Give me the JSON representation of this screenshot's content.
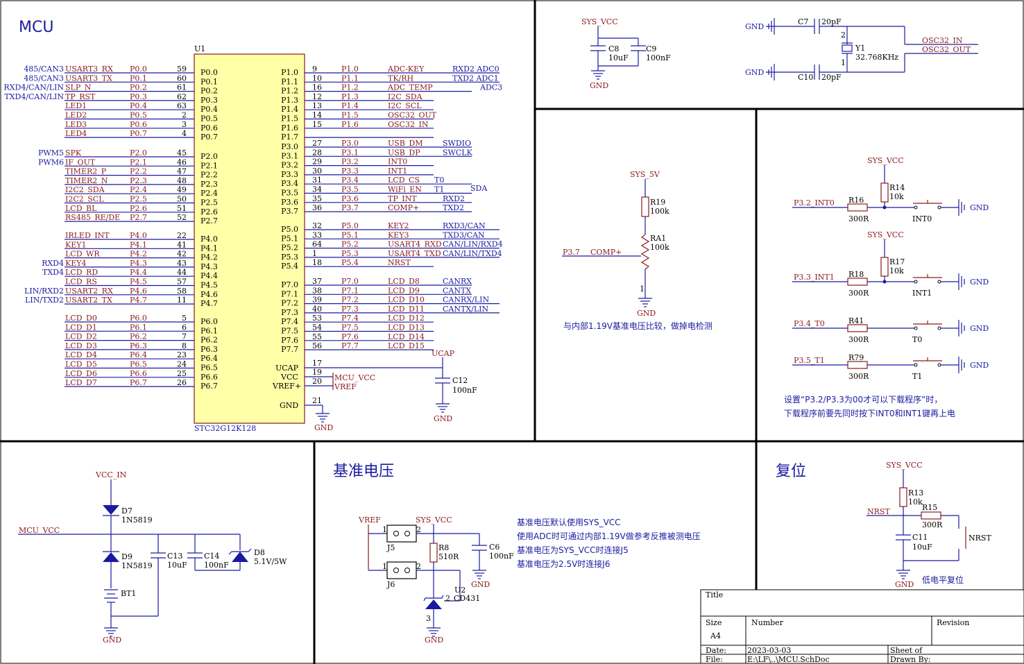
{
  "mcu": {
    "section_title": "MCU",
    "ref": "U1",
    "part": "STC32G12K128",
    "left_pins": [
      {
        "ext": "485/CAN3",
        "net": "USART3_RX",
        "port": "P0.0",
        "num": "59",
        "name": "P0.0"
      },
      {
        "ext": "485/CAN3",
        "net": "USART3_TX",
        "port": "P0.1",
        "num": "60",
        "name": "P0.1"
      },
      {
        "ext": "RXD4/CAN/LIN",
        "net": "SLP_N",
        "port": "P0.2",
        "num": "61",
        "name": "P0.2"
      },
      {
        "ext": "TXD4/CAN/LIN",
        "net": "TP_RST",
        "port": "P0.3",
        "num": "62",
        "name": "P0.3"
      },
      {
        "ext": "",
        "net": "LED1",
        "port": "P0.4",
        "num": "63",
        "name": "P0.4"
      },
      {
        "ext": "",
        "net": "LED2",
        "port": "P0.5",
        "num": "2",
        "name": "P0.5"
      },
      {
        "ext": "",
        "net": "LED3",
        "port": "P0.6",
        "num": "3",
        "name": "P0.6"
      },
      {
        "ext": "",
        "net": "LED4",
        "port": "P0.7",
        "num": "4",
        "name": "P0.7"
      },
      {
        "ext": "PWM5",
        "net": "SPK",
        "port": "P2.0",
        "num": "45",
        "name": "P2.0"
      },
      {
        "ext": "PWM6",
        "net": "IF_OUT",
        "port": "P2.1",
        "num": "46",
        "name": "P2.1"
      },
      {
        "ext": "",
        "net": "TIMER2_P",
        "port": "P2.2",
        "num": "47",
        "name": "P2.2"
      },
      {
        "ext": "",
        "net": "TIMER2_N",
        "port": "P2.3",
        "num": "48",
        "name": "P2.3"
      },
      {
        "ext": "",
        "net": "I2C2_SDA",
        "port": "P2.4",
        "num": "49",
        "name": "P2.4"
      },
      {
        "ext": "",
        "net": "I2C2_SCL",
        "port": "P2.5",
        "num": "50",
        "name": "P2.5"
      },
      {
        "ext": "",
        "net": "LCD_BL",
        "port": "P2.6",
        "num": "51",
        "name": "P2.6"
      },
      {
        "ext": "",
        "net": "RS485_RE/DE",
        "port": "P2.7",
        "num": "52",
        "name": "P2.7"
      },
      {
        "ext": "",
        "net": "IRLED_INT",
        "port": "P4.0",
        "num": "22",
        "name": "P4.0"
      },
      {
        "ext": "",
        "net": "KEY1",
        "port": "P4.1",
        "num": "41",
        "name": "P4.1"
      },
      {
        "ext": "",
        "net": "LCD_WR",
        "port": "P4.2",
        "num": "42",
        "name": "P4.2"
      },
      {
        "ext": "RXD4",
        "net": "KEY4",
        "port": "P4.3",
        "num": "43",
        "name": "P4.3"
      },
      {
        "ext": "TXD4",
        "net": "LCD_RD",
        "port": "P4.4",
        "num": "44",
        "name": "P4.4"
      },
      {
        "ext": "",
        "net": "LCD_RS",
        "port": "P4.5",
        "num": "57",
        "name": "P4.5"
      },
      {
        "ext": "LIN/RXD2",
        "net": "USART2_RX",
        "port": "P4.6",
        "num": "58",
        "name": "P4.6"
      },
      {
        "ext": "LIN/TXD2",
        "net": "USART2_TX",
        "port": "P4.7",
        "num": "11",
        "name": "P4.7"
      },
      {
        "ext": "",
        "net": "LCD_D0",
        "port": "P6.0",
        "num": "5",
        "name": "P6.0"
      },
      {
        "ext": "",
        "net": "LCD_D1",
        "port": "P6.1",
        "num": "6",
        "name": "P6.1"
      },
      {
        "ext": "",
        "net": "LCD_D2",
        "port": "P6.2",
        "num": "7",
        "name": "P6.2"
      },
      {
        "ext": "",
        "net": "LCD_D3",
        "port": "P6.3",
        "num": "8",
        "name": "P6.3"
      },
      {
        "ext": "",
        "net": "LCD_D4",
        "port": "P6.4",
        "num": "23",
        "name": "P6.4"
      },
      {
        "ext": "",
        "net": "LCD_D5",
        "port": "P6.5",
        "num": "24",
        "name": "P6.5"
      },
      {
        "ext": "",
        "net": "LCD_D6",
        "port": "P6.6",
        "num": "25",
        "name": "P6.6"
      },
      {
        "ext": "",
        "net": "LCD_D7",
        "port": "P6.7",
        "num": "26",
        "name": "P6.7"
      }
    ],
    "right_pins": [
      {
        "name": "P1.0",
        "num": "9",
        "port": "P1.0",
        "net": "ADC-KEY",
        "ext": "RXD2 ADC0"
      },
      {
        "name": "P1.1",
        "num": "10",
        "port": "P1.1",
        "net": "TK/RH",
        "ext": "TXD2 ADC1"
      },
      {
        "name": "P1.2",
        "num": "16",
        "port": "P1.2",
        "net": "ADC_TEMP",
        "ext": "ADC3"
      },
      {
        "name": "P1.3",
        "num": "12",
        "port": "P1.3",
        "net": "I2C_SDA",
        "ext": ""
      },
      {
        "name": "P1.4",
        "num": "13",
        "port": "P1.4",
        "net": "I2C_SCL",
        "ext": ""
      },
      {
        "name": "P1.5",
        "num": "14",
        "port": "P1.5",
        "net": "OSC32_OUT",
        "ext": ""
      },
      {
        "name": "P1.6",
        "num": "15",
        "port": "P1.6",
        "net": "OSC32_IN",
        "ext": ""
      },
      {
        "name": "P1.7",
        "num": "",
        "port": "",
        "net": "",
        "ext": ""
      },
      {
        "name": "P3.0",
        "num": "27",
        "port": "P3.0",
        "net": "USB_DM",
        "ext": "SWDIO"
      },
      {
        "name": "P3.1",
        "num": "28",
        "port": "P3.1",
        "net": "USB_DP",
        "ext": "SWCLK"
      },
      {
        "name": "P3.2",
        "num": "29",
        "port": "P3.2",
        "net": "INT0",
        "ext": ""
      },
      {
        "name": "P3.3",
        "num": "30",
        "port": "P3.3",
        "net": "INT1",
        "ext": ""
      },
      {
        "name": "P3.4",
        "num": "31",
        "port": "P3.4",
        "net": "LCD_CS",
        "ext": "T0"
      },
      {
        "name": "P3.5",
        "num": "34",
        "port": "P3.5",
        "net": "WiFi_EN",
        "ext": "T1"
      },
      {
        "name": "P3.6",
        "num": "35",
        "port": "P3.6",
        "net": "TP_INT",
        "ext": "RXD2"
      },
      {
        "name": "P3.7",
        "num": "36",
        "port": "P3.7",
        "net": "COMP+",
        "ext": "TXD2"
      },
      {
        "name": "P5.0",
        "num": "32",
        "port": "P5.0",
        "net": "KEY2",
        "ext": "RXD3/CAN"
      },
      {
        "name": "P5.1",
        "num": "33",
        "port": "P5.1",
        "net": "KEY3",
        "ext": "TXD3/CAN"
      },
      {
        "name": "P5.2",
        "num": "64",
        "port": "P5.2",
        "net": "USART4_RXD",
        "ext": "CAN/LIN/RXD4"
      },
      {
        "name": "P5.3",
        "num": "1",
        "port": "P5.3",
        "net": "USART4_TXD",
        "ext": "CAN/LIN/TXD4"
      },
      {
        "name": "P5.4",
        "num": "18",
        "port": "P5.4",
        "net": "NRST",
        "ext": ""
      },
      {
        "name": "P7.0",
        "num": "37",
        "port": "P7.0",
        "net": "LCD_D8",
        "ext": "CANRX"
      },
      {
        "name": "P7.1",
        "num": "38",
        "port": "P7.1",
        "net": "LCD_D9",
        "ext": "CANTX"
      },
      {
        "name": "P7.2",
        "num": "39",
        "port": "P7.2",
        "net": "LCD_D10",
        "ext": "CANRX/LIN"
      },
      {
        "name": "P7.3",
        "num": "40",
        "port": "P7.3",
        "net": "LCD_D11",
        "ext": "CANTX/LIN"
      },
      {
        "name": "P7.4",
        "num": "53",
        "port": "P7.4",
        "net": "LCD_D12",
        "ext": ""
      },
      {
        "name": "P7.5",
        "num": "54",
        "port": "P7.5",
        "net": "LCD_D13",
        "ext": ""
      },
      {
        "name": "P7.6",
        "num": "55",
        "port": "P7.6",
        "net": "LCD_D14",
        "ext": ""
      },
      {
        "name": "P7.7",
        "num": "56",
        "port": "P7.7",
        "net": "LCD_D15",
        "ext": ""
      }
    ],
    "extra_sda": "SDA",
    "ucap": {
      "name": "UCAP",
      "num": "17",
      "net": "UCAP",
      "cap": "C12",
      "cap_val": "100nF",
      "gnd": "GND"
    },
    "vcc": {
      "name": "VCC",
      "num": "19",
      "net": "MCU_VCC"
    },
    "vref": {
      "name": "VREF+",
      "num": "20",
      "net": "VREF"
    },
    "gnd": {
      "name": "GND",
      "num": "21",
      "net": "GND"
    }
  },
  "decoupling": {
    "vcc": "SYS_VCC",
    "c8": "C8",
    "c8_val": "10uF",
    "c9": "C9",
    "c9_val": "100nF",
    "gnd": "GND"
  },
  "crystal": {
    "gnd1": "GND",
    "gnd2": "GND",
    "c7": "C7",
    "c7_val": "20pF",
    "c10": "C10",
    "c10_val": "20pF",
    "y1": "Y1",
    "y1_val": "32.768KHz",
    "pin2": "2",
    "pin1": "1",
    "osc_in": "OSC32_IN",
    "osc_out": "OSC32_OUT"
  },
  "comparator": {
    "vcc": "SYS_5V",
    "r19": "R19",
    "r19_val": "100k",
    "ra1": "RA1",
    "ra1_val": "100k",
    "net": "P3.7",
    "net2": "COMP+",
    "pin1": "1",
    "gnd": "GND",
    "note": "与内部1.19V基准电压比较，做掉电检测"
  },
  "keys": {
    "int0": {
      "vcc": "SYS_VCC",
      "net": "P3.2_INT0",
      "r_pull": "R14",
      "r_pull_val": "10k",
      "r": "R16",
      "r_val": "300R",
      "btn": "INT0",
      "gnd": "GND"
    },
    "int1": {
      "vcc": "SYS_VCC",
      "net": "P3.3_INT1",
      "r_pull": "R17",
      "r_pull_val": "10k",
      "r": "R18",
      "r_val": "300R",
      "btn": "INT1",
      "gnd": "GND"
    },
    "t0": {
      "net": "P3.4_T0",
      "r": "R41",
      "r_val": "300R",
      "btn": "T0",
      "gnd": "GND"
    },
    "t1": {
      "net": "P3.5_T1",
      "r": "R79",
      "r_val": "300R",
      "btn": "T1",
      "gnd": "GND"
    },
    "note1": "设置“P3.2/P3.3为00才可以下载程序”时，",
    "note2": "下载程序前要先同时按下INT0和INT1键再上电"
  },
  "power": {
    "vcc_in": "VCC_IN",
    "mcu_vcc": "MCU_VCC",
    "d7": "D7",
    "d7_val": "1N5819",
    "d9": "D9",
    "d9_val": "1N5819",
    "c13": "C13",
    "c13_val": "10uF",
    "c14": "C14",
    "c14_val": "100nF",
    "d8": "D8",
    "d8_val": "5.1V/5W",
    "bt1": "BT1",
    "gnd": "GND"
  },
  "vref_section": {
    "title": "基准电压",
    "vref": "VREF",
    "sys_vcc": "SYS_VCC",
    "j5": "J5",
    "j6": "J6",
    "p1": "1",
    "p2": "2",
    "r8": "R8",
    "r8_val": "510R",
    "c6": "C6",
    "c6_val": "100nF",
    "gnd": "GND",
    "u2": "U2",
    "u2_val": "CD431",
    "u2_pin2": "2",
    "u2_pin3": "3",
    "gnd2": "GND",
    "notes": [
      "基准电压默认使用SYS_VCC",
      "使用ADC时可通过内部1.19V做参考反推被测电压",
      "基准电压为SYS_VCC时连接J5",
      "基准电压为2.5V时连接J6"
    ]
  },
  "reset": {
    "title": "复位",
    "vcc": "SYS_VCC",
    "r13": "R13",
    "r13_val": "10k",
    "net": "NRST",
    "r15": "R15",
    "r15_val": "300R",
    "c11": "C11",
    "c11_val": "10uF",
    "btn": "NRST",
    "gnd": "GND",
    "note": "低电平复位"
  },
  "title_block": {
    "title_label": "Title",
    "size_label": "Size",
    "size": "A4",
    "number_label": "Number",
    "revision_label": "Revision",
    "date_label": "Date:",
    "date": "2023-03-03",
    "sheet_label": "Sheet   of",
    "file_label": "File:",
    "file": "E:\\LF\\..\\MCU.SchDoc",
    "drawn_label": "Drawn By:"
  }
}
